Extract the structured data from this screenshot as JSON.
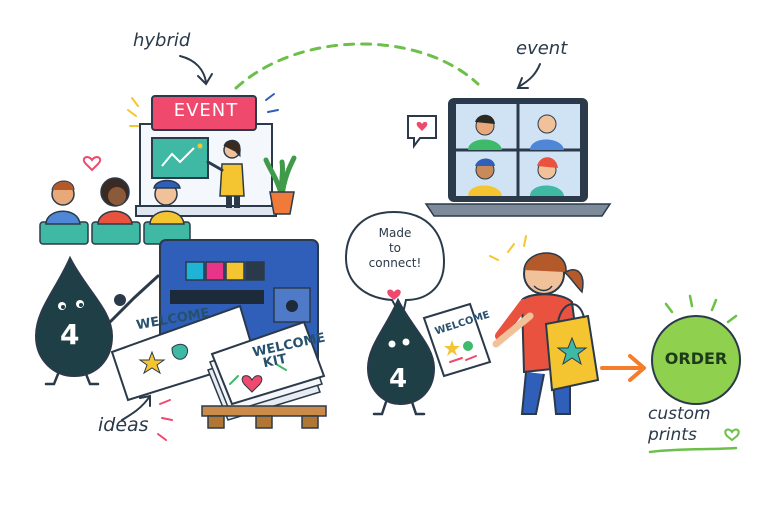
{
  "labels": {
    "hybrid": "hybrid",
    "event": "event",
    "ideas": "ideas",
    "custom_line1": "custom",
    "custom_line2": "prints"
  },
  "event_sign": "EVENT",
  "speech_bubble": {
    "line1": "Made",
    "line2": "to",
    "line3": "connect!"
  },
  "order_button": "ORDER",
  "mascot_number": "4",
  "printed_items": {
    "sheet": "WELCOME",
    "kit_line1": "WELCOME",
    "kit_line2": "KIT",
    "handout": "WELCOME"
  },
  "colors": {
    "ink": "#2b3a4a",
    "mascot": "#1f3f47",
    "printer_blue": "#2f5fb8",
    "event_pink": "#ef4a6e",
    "order_green": "#8fd14f",
    "arrow_orange": "#f57c2a",
    "dash_green": "#6cc04a",
    "bag_yellow": "#f5c531",
    "shirt_red": "#e8523f"
  },
  "icons": [
    "heart-icon",
    "chat-heart-icon",
    "star-icon",
    "arrow-icon"
  ]
}
